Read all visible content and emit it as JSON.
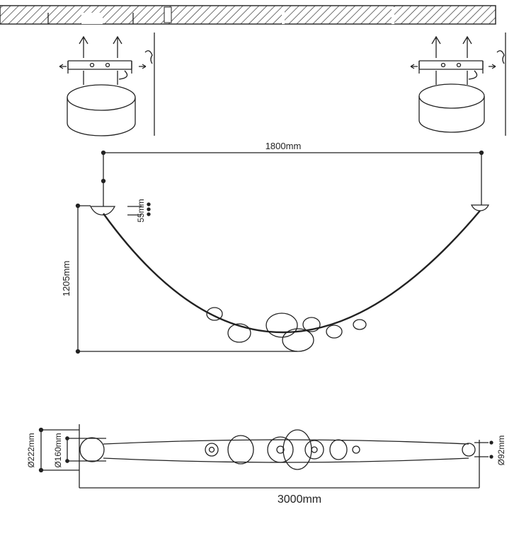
{
  "dimensions": {
    "width_span": "1800mm",
    "height_drop": "1205mm",
    "canopy_height": "55mm",
    "total_length": "3000mm",
    "diameter_large": "Ø222mm",
    "diameter_medium": "Ø160mm",
    "diameter_small": "Ø92mm"
  },
  "colors": {
    "line": "#222222",
    "hatch": "#333333",
    "background": "#ffffff"
  }
}
